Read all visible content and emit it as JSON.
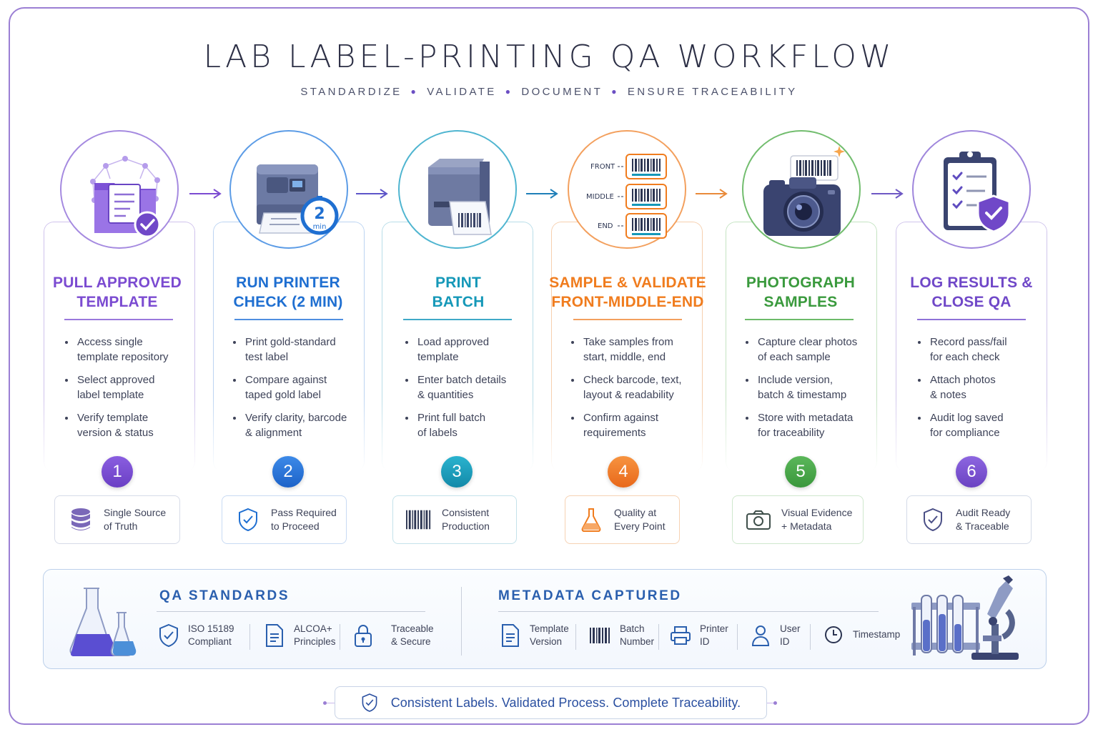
{
  "title": "LAB LABEL-PRINTING QA WORKFLOW",
  "subtitle": [
    "STANDARDIZE",
    "VALIDATE",
    "DOCUMENT",
    "ENSURE TRACEABILITY"
  ],
  "colors": {
    "purple": "#7b4bd1",
    "blue": "#1f6fd1",
    "teal": "#1598b8",
    "orange": "#f07c1e",
    "green": "#3a9a3d",
    "violet": "#7048c8"
  },
  "steps": [
    {
      "number": "1",
      "title_lines": [
        "PULL APPROVED",
        "TEMPLATE"
      ],
      "bullets": [
        [
          "Access single",
          "template repository"
        ],
        [
          "Select approved",
          "label template"
        ],
        [
          "Verify template",
          "version & status"
        ]
      ],
      "badge": [
        "Single Source",
        "of Truth"
      ],
      "badge_icon": "database-icon",
      "icon": "template-folder-icon"
    },
    {
      "number": "2",
      "title_lines": [
        "RUN PRINTER",
        "CHECK (2 MIN)"
      ],
      "bullets": [
        [
          "Print gold-standard",
          "test label"
        ],
        [
          "Compare against",
          "taped gold label"
        ],
        [
          "Verify clarity, barcode",
          "& alignment"
        ]
      ],
      "badge": [
        "Pass Required",
        "to Proceed"
      ],
      "badge_icon": "shield-check-icon",
      "icon": "printer-timer-icon",
      "timer_value": "2",
      "timer_unit": "min"
    },
    {
      "number": "3",
      "title_lines": [
        "PRINT",
        "BATCH"
      ],
      "bullets": [
        [
          "Load approved",
          "template"
        ],
        [
          "Enter batch details",
          "& quantities"
        ],
        [
          "Print full batch",
          "of labels"
        ]
      ],
      "badge": [
        "Consistent",
        "Production"
      ],
      "badge_icon": "barcode-icon",
      "icon": "label-printer-icon"
    },
    {
      "number": "4",
      "title_lines": [
        "SAMPLE & VALIDATE",
        "FRONT-MIDDLE-END"
      ],
      "bullets": [
        [
          "Take samples from",
          "start, middle, end"
        ],
        [
          "Check barcode, text,",
          "layout & readability"
        ],
        [
          "Confirm against",
          "requirements"
        ]
      ],
      "badge": [
        "Quality at",
        "Every Point"
      ],
      "badge_icon": "flask-icon",
      "icon": "sample-labels-icon",
      "sample_labels": [
        "FRONT",
        "MIDDLE",
        "END"
      ]
    },
    {
      "number": "5",
      "title_lines": [
        "PHOTOGRAPH",
        "SAMPLES"
      ],
      "bullets": [
        [
          "Capture clear photos",
          "of each sample"
        ],
        [
          "Include version,",
          "batch & timestamp"
        ],
        [
          "Store with metadata",
          "for traceability"
        ]
      ],
      "badge": [
        "Visual Evidence",
        "+ Metadata"
      ],
      "badge_icon": "camera-icon",
      "icon": "camera-barcode-icon"
    },
    {
      "number": "6",
      "title_lines": [
        "LOG RESULTS &",
        "CLOSE QA"
      ],
      "bullets": [
        [
          "Record pass/fail",
          "for each check"
        ],
        [
          "Attach photos",
          "& notes"
        ],
        [
          "Audit log saved",
          "for compliance"
        ]
      ],
      "badge": [
        "Audit Ready",
        "& Traceable"
      ],
      "badge_icon": "shield-check-icon",
      "icon": "clipboard-shield-icon"
    }
  ],
  "qa_standards": {
    "heading": "QA STANDARDS",
    "items": [
      {
        "lines": [
          "ISO 15189",
          "Compliant"
        ],
        "icon": "shield-check-icon"
      },
      {
        "lines": [
          "ALCOA+",
          "Principles"
        ],
        "icon": "document-icon"
      },
      {
        "lines": [
          "Traceable",
          "& Secure"
        ],
        "icon": "lock-icon"
      }
    ]
  },
  "metadata": {
    "heading": "METADATA CAPTURED",
    "items": [
      {
        "lines": [
          "Template",
          "Version"
        ],
        "icon": "document-icon"
      },
      {
        "lines": [
          "Batch",
          "Number"
        ],
        "icon": "barcode-icon"
      },
      {
        "lines": [
          "Printer",
          "ID"
        ],
        "icon": "printer-icon"
      },
      {
        "lines": [
          "User",
          "ID"
        ],
        "icon": "user-icon"
      },
      {
        "lines": [
          "Timestamp"
        ],
        "icon": "clock-icon"
      }
    ]
  },
  "footer": "Consistent Labels. Validated Process. Complete Traceability."
}
